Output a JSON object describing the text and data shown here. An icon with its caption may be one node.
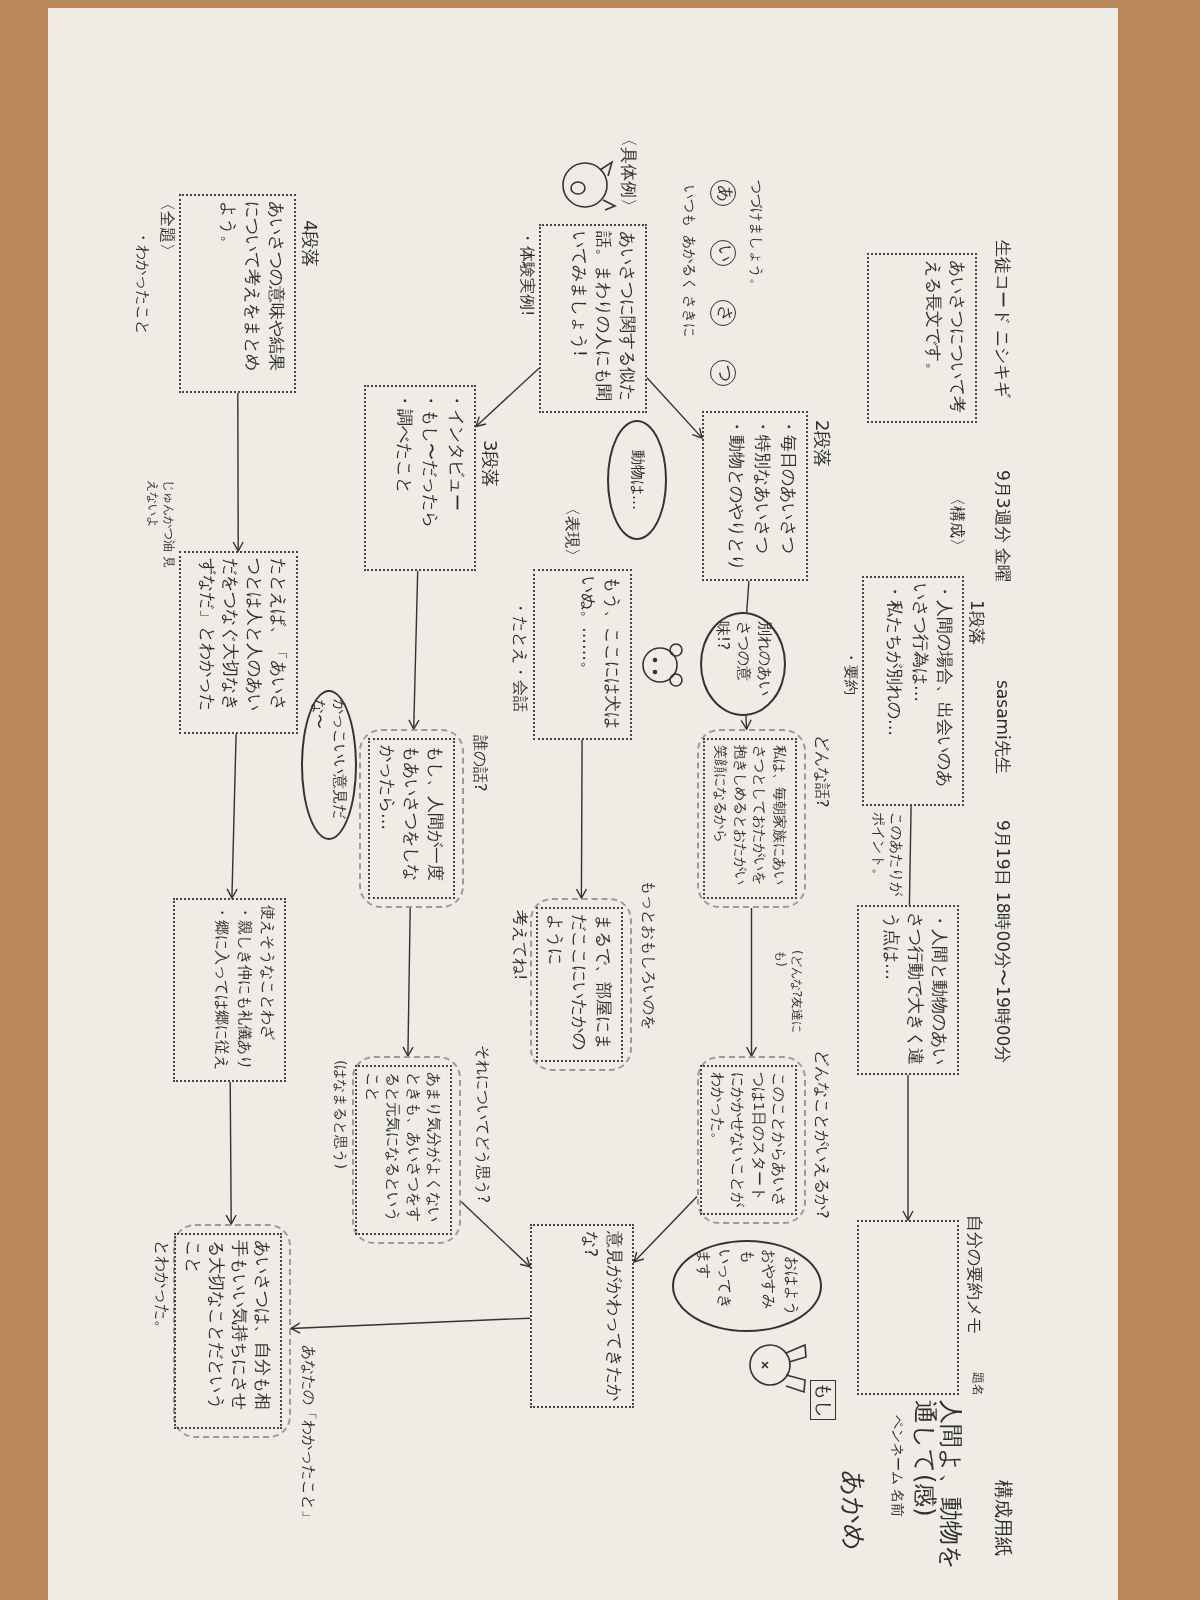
{
  "diagram": {
    "nodes": [
      {
        "text": [
          "あいさつについて考える長文です。"
        ]
      },
      {
        "text": [
          "・人間の場合、出会いのあいさつ行為は…",
          "・私たちが別れの…"
        ],
        "beside": [
          "1段落",
          "〈構成〉",
          "・要約"
        ]
      },
      {
        "text": [
          "・人間と動物のあいさつ行動で大きく違う点は…"
        ],
        "beside": [
          "このあたりがポイント。"
        ]
      },
      {
        "text": [],
        "shape": "box",
        "beside": [
          "自分の要約メモ"
        ]
      },
      {
        "text": [
          "・毎日のあいさつ",
          "・特別なあいさつ",
          "・動物とのやりとり"
        ],
        "beside": [
          "2段落"
        ]
      },
      {
        "text": [
          "別れのあいさつの意味!?"
        ]
      },
      {
        "text": [
          "私は、毎朝家族にあいさつとしておたがいを抱きしめるとおたがい笑顔になるから"
        ],
        "beside": [
          "どんな話?"
        ]
      },
      {
        "text": [
          "このことからあいさつは1日のスタートにかかせないことがわかった。"
        ],
        "beside": [
          "どんなことがいえるか?",
          "(どんな?友達にも)"
        ]
      },
      {
        "text": [
          "意見がかわってきたかな?"
        ]
      },
      {
        "text": [
          "あいさつに関する似た話。まわりの人にも聞いてみましょう!"
        ],
        "beside": [
          "〈具体例〉",
          "・体験実例!"
        ]
      },
      {
        "text": [
          "動物は…"
        ]
      },
      {
        "text": [
          "もう、ここには犬はいぬ。……。"
        ],
        "beside": [
          "〈表現〉",
          "・たとえ・会話"
        ]
      },
      {
        "text": [
          "まるで、部屋にまだここにいたかのように"
        ],
        "beside": [
          "もっとおもしろいのを",
          "考えてね!"
        ]
      },
      {
        "text": [
          "・インタビュー",
          "・もし〜だったら",
          "・調べたこと"
        ],
        "beside": [
          "3段落"
        ]
      },
      {
        "text": [
          "もし、人間が一度もあいさつをしなかったら…"
        ],
        "beside": [
          "誰の話?"
        ]
      },
      {
        "text": [
          "あまり気分がよくないときも、あいさつをすると元気になるということ"
        ],
        "beside": [
          "それについてどう思う?",
          "(はなまると思う)"
        ]
      },
      {
        "text": [
          "あいさつの意味や結果について考えをまとめよう。"
        ],
        "beside": [
          "4段落",
          "〈全題〉",
          "・わかったこと"
        ]
      },
      {
        "text": [
          "たとえば、「あいさつとは人と人のあいだをつなぐ大切なきずなだ」とわかった"
        ],
        "beside": [
          "じゅんかつ油 見えないよ"
        ]
      },
      {
        "text": [
          "かっこいい意見だな〜"
        ]
      },
      {
        "text": [
          "使えそうなことわざ",
          "・親しき仲にも礼儀あり",
          "・郷に入っては郷に従え"
        ]
      },
      {
        "text": [
          "あいさつは、自分も相手もいい気持ちにさせる大切なことだということ"
        ],
        "beside": [
          "あなたの「わかったこと」",
          "とわかった。"
        ]
      },
      {
        "text": [
          "おはよう",
          "おやすみも",
          "いってきます"
        ]
      }
    ],
    "edges": [
      {
        "from": 1,
        "to": 2,
        "arrow": "none"
      },
      {
        "from": 2,
        "to": 3,
        "arrow": "to"
      },
      {
        "from": 4,
        "to": 5,
        "arrow": "none"
      },
      {
        "from": 5,
        "to": 6,
        "arrow": "to"
      },
      {
        "from": 6,
        "to": 7,
        "arrow": "to"
      },
      {
        "from": 7,
        "to": 8,
        "arrow": "to"
      },
      {
        "from": 9,
        "to": 4,
        "arrow": "to"
      },
      {
        "from": 9,
        "to": 13,
        "arrow": "to"
      },
      {
        "from": 11,
        "to": 12,
        "arrow": "to"
      },
      {
        "from": 13,
        "to": 14,
        "arrow": "to"
      },
      {
        "from": 14,
        "to": 15,
        "arrow": "to"
      },
      {
        "from": 15,
        "to": 8,
        "arrow": "to"
      },
      {
        "from": 16,
        "to": 17,
        "arrow": "to"
      },
      {
        "from": 17,
        "to": 19,
        "arrow": "to"
      },
      {
        "from": 19,
        "to": 20,
        "arrow": "to"
      },
      {
        "from": 8,
        "to": 20,
        "arrow": "to"
      }
    ],
    "labels": [
      "生徒コード ニシキギ",
      "9月3週分 金曜",
      "sasami先生",
      "9月19日 18時00分〜19時00分",
      "構成用紙",
      "題名",
      "人間よ、動物を通して(感)",
      "ペンネーム 名前",
      "もし",
      "あかめ",
      "あ",
      "い",
      "さ",
      "つ",
      "いつも",
      "あかるく",
      "さきに",
      "つづけましょう。"
    ]
  }
}
